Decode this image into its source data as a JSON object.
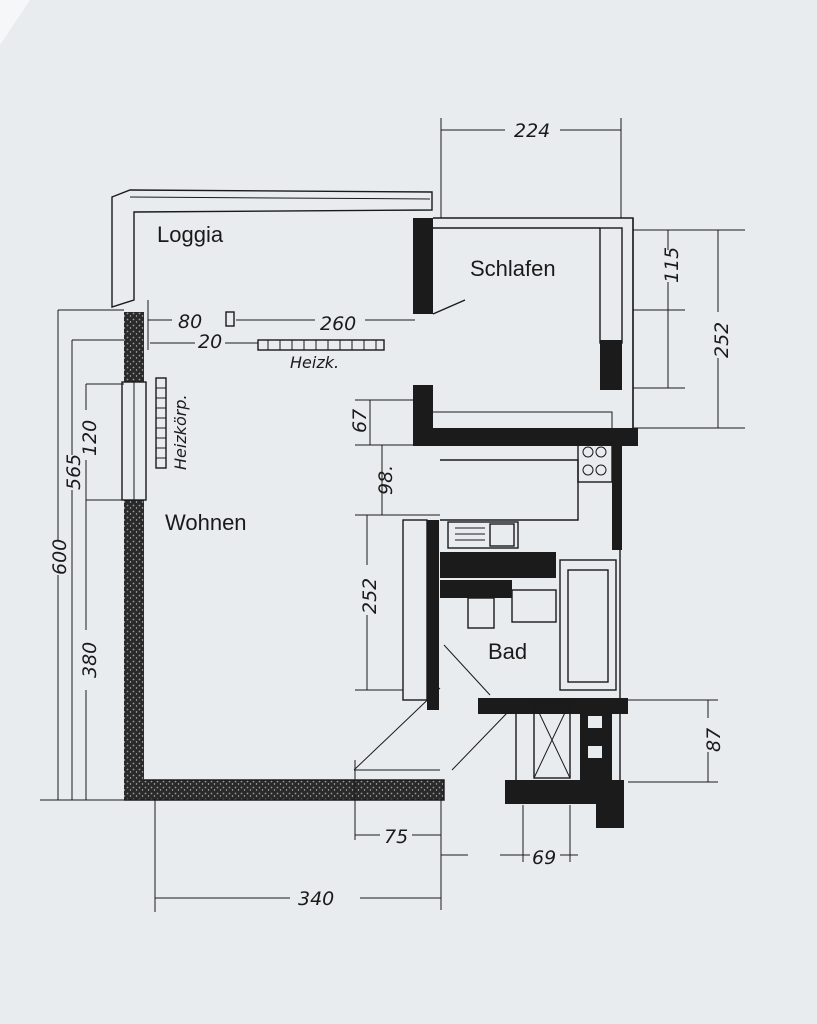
{
  "rooms": {
    "loggia": "Loggia",
    "schlafen": "Schlafen",
    "wohnen": "Wohnen",
    "bad": "Bad"
  },
  "notes": {
    "heizk": "Heizk.",
    "heizkoerper": "Heizkörp."
  },
  "dimensions": {
    "d224": "224",
    "d115": "115",
    "d252_right": "252",
    "d80": "80",
    "d260": "260",
    "d20": "20",
    "d67": "67",
    "d98": "98.",
    "d252_left": "252",
    "d120": "120",
    "d565": "565",
    "d600": "600",
    "d380": "380",
    "d87": "87",
    "d75": "75",
    "d69": "69",
    "d340": "340"
  },
  "colors": {
    "paper": "#e9ecee",
    "ink": "#1a1a1a"
  }
}
